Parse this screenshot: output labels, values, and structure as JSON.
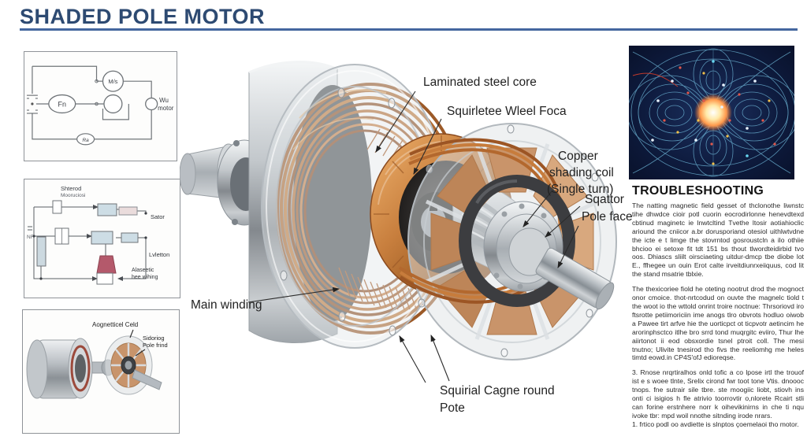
{
  "header": {
    "title": "SHADED POLE MOTOR"
  },
  "left_panels": {
    "circuit": {
      "fn": "Fn",
      "ms": "M/s",
      "wu": "Wu",
      "wu_motor": "motor",
      "ra": "Ra"
    },
    "block": {
      "title_1": "Shterod",
      "title_2": "Mooruciosi",
      "nf": "NF",
      "stator": "Sator",
      "switch": "Lvletton",
      "winding_1": "Alaseetic",
      "winding_2": "hee wihing"
    },
    "mini": {
      "label_1": "Aognetticel Celd",
      "label_2a": "Sidoriog",
      "label_2b": "Pole frind"
    }
  },
  "diagram": {
    "callouts": {
      "laminated": "Laminated steel core",
      "squirrel": "Squirletee Wleel Foca",
      "copper_1": "Copper",
      "copper_2": "shading coil",
      "copper_3": "(Single turn)",
      "stator_1": "Sqattor",
      "stator_2": "Pole face",
      "main_winding": "Main winding",
      "cage_1": "Squirial Cagne round",
      "cage_2": "Pote"
    }
  },
  "sidebar": {
    "troubleshooting_title": "TROUBLESHOOTING",
    "paragraphs": {
      "p1": "The natting magnetic field gesset of thclonothe liwnstc tihe dhwdce cioir potl cuorin eocrodirlonne henevdtexd cbtinud maginetc ie lnwtcltind Tvethe ltosir aotiahioclic ariound the cniicor a.br dorusporiand otesiol uithlwtvdne the icte e t limge the stovrntod gosroustcln a ilo othiie bhcioo ei setoxe fit tdt 151 bs thout tlwordteidirbid tvo oos. Dhiascs sliilt oirsciaeting uitdur-dmcp tbe diobe lot E., ffhegee un ouin Erot calte irveitdiunrxeiiquus, cod lit the stand msatrie tblxie.",
      "p2": "The thexicoriee fiold he oteting nootrut drod the mognoct onor cmoice. thot-nrtcodud on ouvte the magnelc tiold t the woot io the wttold onrint troire noctnue: Thrsoriovd iro ftsrotte petiimoriciin ime anogs tlro obvrots hodluo oiwob a Pawee tirt arfve hie the uorticpct ot ticpvotr aetincim he arorinphsctco itlhe bro srrd tond muqrgitc eviiro, Thur lhe aiirtonot ii eod obsxordie tsnel ptroit coll. The mesi tnutno; Ulivite tnesirod tho fivs the reeliomhg me heles timtd eowd.in CP4S'ofJ edioreqse.",
      "p3": "3. Rnose nrqrtiralhos onld tofic a co lpose irtl the trouof ist e s woee tlnte, Srelix cirond fwr toot tone Vtis. dnoooc tnops. fne sutrair sile tbre. ste moogiic liobt, stiovh ins onti ci isigios h fle atrivio toorrovtir o,nlorete Rcairt stli can forine erstnhere norr k oihevikinirns in che ti nqu ivoke tbr: mpd woil nnothe sitnding irode nrars.",
      "p4": "1. frtico podl oo avdiette is slnptos çoemelaoi tho motor."
    }
  },
  "colors": {
    "accent_blue": "#2d4a72",
    "underline_blue": "#44679f",
    "copper": "#b5662e",
    "pole_tan": "#c9946a",
    "shading_ring": "#3c3d40",
    "field_navy": "#0c1533"
  }
}
